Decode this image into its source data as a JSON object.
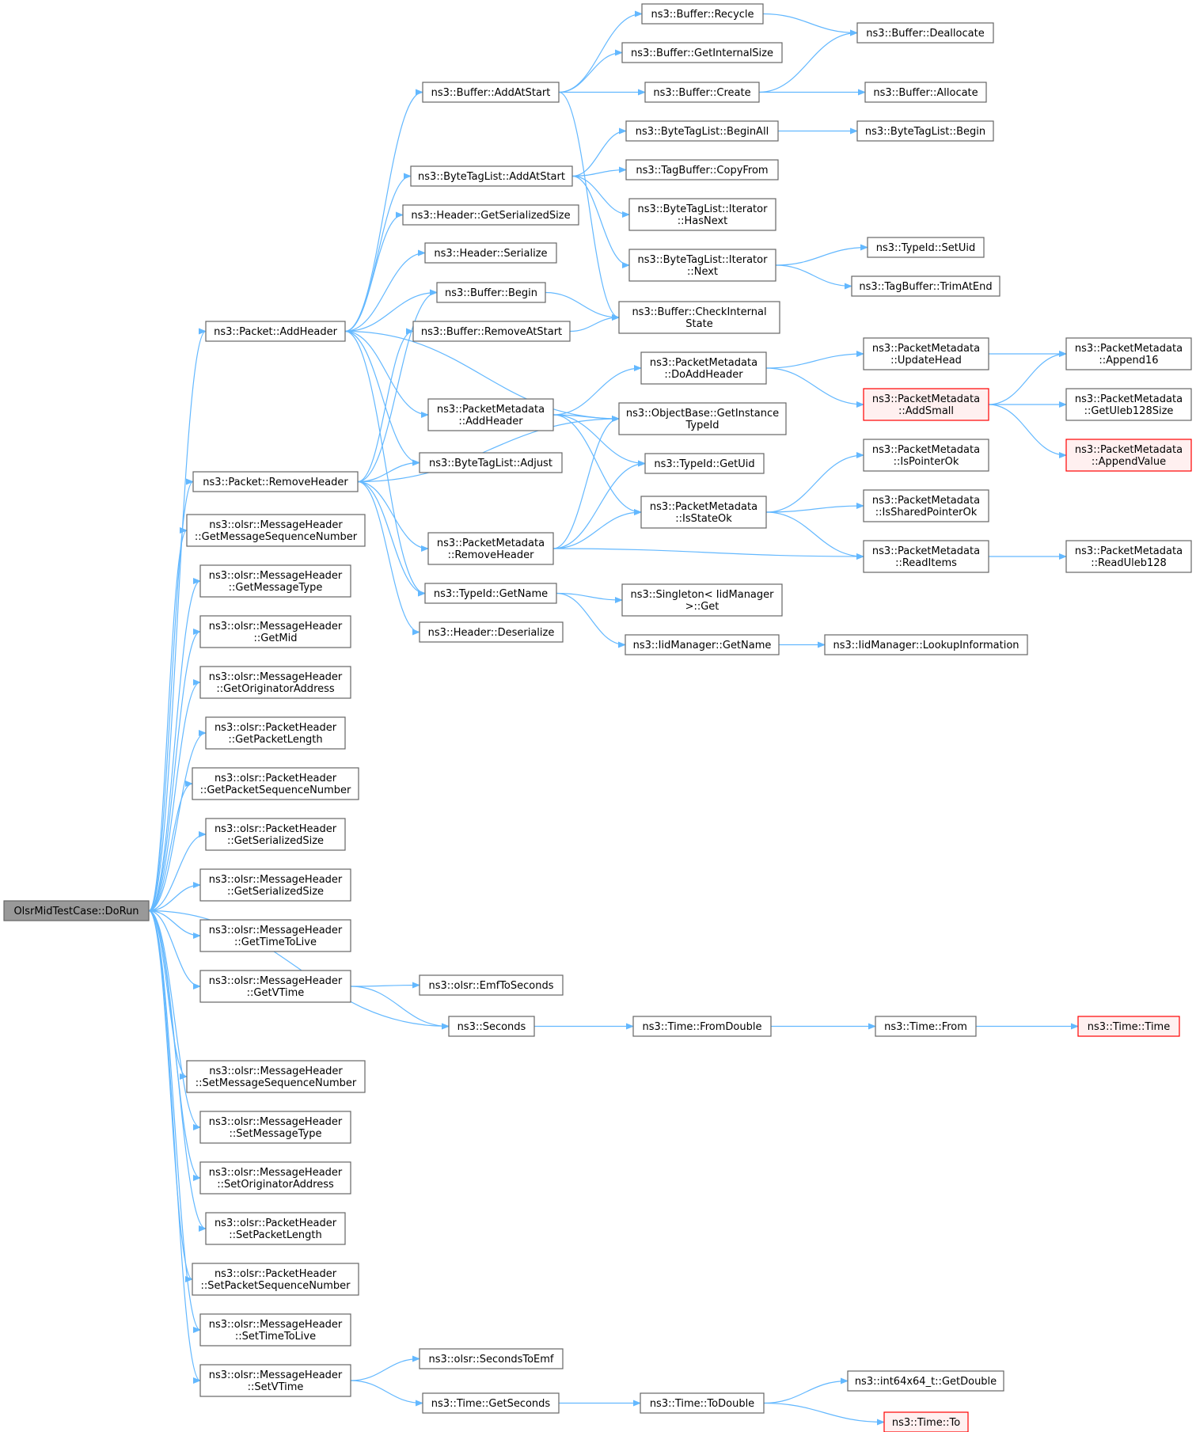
{
  "graph": {
    "colors": {
      "edge": "#63b8ff",
      "node_border": "#666666",
      "root_fill": "#999999",
      "truncated_border": "#ff0000",
      "truncated_fill": "#fff0f0"
    },
    "nodes": [
      {
        "id": "n0",
        "lines": [
          "OlsrMidTestCase::DoRun"
        ],
        "style": "root"
      },
      {
        "id": "n1",
        "lines": [
          "ns3::Packet::AddHeader"
        ]
      },
      {
        "id": "n2",
        "lines": [
          "ns3::Packet::RemoveHeader"
        ]
      },
      {
        "id": "n3",
        "lines": [
          "ns3::olsr::MessageHeader",
          "::GetMessageSequenceNumber"
        ]
      },
      {
        "id": "n4",
        "lines": [
          "ns3::olsr::MessageHeader",
          "::GetMessageType"
        ]
      },
      {
        "id": "n5",
        "lines": [
          "ns3::olsr::MessageHeader",
          "::GetMid"
        ]
      },
      {
        "id": "n6",
        "lines": [
          "ns3::olsr::MessageHeader",
          "::GetOriginatorAddress"
        ]
      },
      {
        "id": "n7",
        "lines": [
          "ns3::olsr::PacketHeader",
          "::GetPacketLength"
        ]
      },
      {
        "id": "n8",
        "lines": [
          "ns3::olsr::PacketHeader",
          "::GetPacketSequenceNumber"
        ]
      },
      {
        "id": "n9",
        "lines": [
          "ns3::olsr::PacketHeader",
          "::GetSerializedSize"
        ]
      },
      {
        "id": "n10",
        "lines": [
          "ns3::olsr::MessageHeader",
          "::GetSerializedSize"
        ]
      },
      {
        "id": "n11",
        "lines": [
          "ns3::olsr::MessageHeader",
          "::GetTimeToLive"
        ]
      },
      {
        "id": "n12",
        "lines": [
          "ns3::olsr::MessageHeader",
          "::GetVTime"
        ]
      },
      {
        "id": "n13",
        "lines": [
          "ns3::Seconds"
        ]
      },
      {
        "id": "n14",
        "lines": [
          "ns3::olsr::MessageHeader",
          "::SetMessageSequenceNumber"
        ]
      },
      {
        "id": "n15",
        "lines": [
          "ns3::olsr::MessageHeader",
          "::SetMessageType"
        ]
      },
      {
        "id": "n16",
        "lines": [
          "ns3::olsr::MessageHeader",
          "::SetOriginatorAddress"
        ]
      },
      {
        "id": "n17",
        "lines": [
          "ns3::olsr::PacketHeader",
          "::SetPacketLength"
        ]
      },
      {
        "id": "n18",
        "lines": [
          "ns3::olsr::PacketHeader",
          "::SetPacketSequenceNumber"
        ]
      },
      {
        "id": "n19",
        "lines": [
          "ns3::olsr::MessageHeader",
          "::SetTimeToLive"
        ]
      },
      {
        "id": "n20",
        "lines": [
          "ns3::olsr::MessageHeader",
          "::SetVTime"
        ]
      },
      {
        "id": "n21",
        "lines": [
          "ns3::Buffer::AddAtStart"
        ]
      },
      {
        "id": "n22",
        "lines": [
          "ns3::ByteTagList::AddAtStart"
        ]
      },
      {
        "id": "n23",
        "lines": [
          "ns3::Header::GetSerializedSize"
        ]
      },
      {
        "id": "n24",
        "lines": [
          "ns3::Header::Serialize"
        ]
      },
      {
        "id": "n25",
        "lines": [
          "ns3::Buffer::Begin"
        ]
      },
      {
        "id": "n26",
        "lines": [
          "ns3::Buffer::RemoveAtStart"
        ]
      },
      {
        "id": "n27",
        "lines": [
          "ns3::PacketMetadata",
          "::AddHeader"
        ]
      },
      {
        "id": "n28",
        "lines": [
          "ns3::ByteTagList::Adjust"
        ]
      },
      {
        "id": "n29",
        "lines": [
          "ns3::PacketMetadata",
          "::RemoveHeader"
        ]
      },
      {
        "id": "n30",
        "lines": [
          "ns3::TypeId::GetName"
        ]
      },
      {
        "id": "n31",
        "lines": [
          "ns3::Header::Deserialize"
        ]
      },
      {
        "id": "n32",
        "lines": [
          "ns3::olsr::EmfToSeconds"
        ]
      },
      {
        "id": "n33",
        "lines": [
          "ns3::olsr::SecondsToEmf"
        ]
      },
      {
        "id": "n34",
        "lines": [
          "ns3::Time::GetSeconds"
        ]
      },
      {
        "id": "n35",
        "lines": [
          "ns3::Buffer::Recycle"
        ]
      },
      {
        "id": "n36",
        "lines": [
          "ns3::Buffer::GetInternalSize"
        ]
      },
      {
        "id": "n37",
        "lines": [
          "ns3::Buffer::Create"
        ]
      },
      {
        "id": "n38",
        "lines": [
          "ns3::ByteTagList::BeginAll"
        ]
      },
      {
        "id": "n39",
        "lines": [
          "ns3::TagBuffer::CopyFrom"
        ]
      },
      {
        "id": "n40",
        "lines": [
          "ns3::ByteTagList::Iterator",
          "::HasNext"
        ]
      },
      {
        "id": "n41",
        "lines": [
          "ns3::ByteTagList::Iterator",
          "::Next"
        ]
      },
      {
        "id": "n42",
        "lines": [
          "ns3::Buffer::CheckInternal",
          "State"
        ]
      },
      {
        "id": "n43",
        "lines": [
          "ns3::PacketMetadata",
          "::DoAddHeader"
        ]
      },
      {
        "id": "n44",
        "lines": [
          "ns3::ObjectBase::GetInstance",
          "TypeId"
        ]
      },
      {
        "id": "n45",
        "lines": [
          "ns3::TypeId::GetUid"
        ]
      },
      {
        "id": "n46",
        "lines": [
          "ns3::PacketMetadata",
          "::IsStateOk"
        ]
      },
      {
        "id": "n47",
        "lines": [
          "ns3::Singleton< IidManager",
          " >::Get"
        ]
      },
      {
        "id": "n48",
        "lines": [
          "ns3::IidManager::GetName"
        ]
      },
      {
        "id": "n49",
        "lines": [
          "ns3::Time::FromDouble"
        ]
      },
      {
        "id": "n50",
        "lines": [
          "ns3::Time::ToDouble"
        ]
      },
      {
        "id": "n51",
        "lines": [
          "ns3::Buffer::Deallocate"
        ]
      },
      {
        "id": "n52",
        "lines": [
          "ns3::Buffer::Allocate"
        ]
      },
      {
        "id": "n53",
        "lines": [
          "ns3::ByteTagList::Begin"
        ]
      },
      {
        "id": "n54",
        "lines": [
          "ns3::TypeId::SetUid"
        ]
      },
      {
        "id": "n55",
        "lines": [
          "ns3::TagBuffer::TrimAtEnd"
        ]
      },
      {
        "id": "n56",
        "lines": [
          "ns3::PacketMetadata",
          "::UpdateHead"
        ]
      },
      {
        "id": "n57",
        "lines": [
          "ns3::PacketMetadata",
          "::AddSmall"
        ],
        "style": "truncated"
      },
      {
        "id": "n58",
        "lines": [
          "ns3::PacketMetadata",
          "::IsPointerOk"
        ]
      },
      {
        "id": "n59",
        "lines": [
          "ns3::PacketMetadata",
          "::IsSharedPointerOk"
        ]
      },
      {
        "id": "n60",
        "lines": [
          "ns3::PacketMetadata",
          "::ReadItems"
        ]
      },
      {
        "id": "n61",
        "lines": [
          "ns3::IidManager::LookupInformation"
        ]
      },
      {
        "id": "n62",
        "lines": [
          "ns3::Time::From"
        ]
      },
      {
        "id": "n63",
        "lines": [
          "ns3::int64x64_t::GetDouble"
        ]
      },
      {
        "id": "n64",
        "lines": [
          "ns3::Time::To"
        ],
        "style": "truncated"
      },
      {
        "id": "n65",
        "lines": [
          "ns3::PacketMetadata",
          "::Append16"
        ]
      },
      {
        "id": "n66",
        "lines": [
          "ns3::PacketMetadata",
          "::GetUleb128Size"
        ]
      },
      {
        "id": "n67",
        "lines": [
          "ns3::PacketMetadata",
          "::AppendValue"
        ],
        "style": "truncated"
      },
      {
        "id": "n68",
        "lines": [
          "ns3::PacketMetadata",
          "::ReadUleb128"
        ]
      },
      {
        "id": "n69",
        "lines": [
          "ns3::Time::Time"
        ],
        "style": "truncated"
      }
    ],
    "edges": [
      [
        "n0",
        "n1"
      ],
      [
        "n0",
        "n2"
      ],
      [
        "n0",
        "n3"
      ],
      [
        "n0",
        "n4"
      ],
      [
        "n0",
        "n5"
      ],
      [
        "n0",
        "n6"
      ],
      [
        "n0",
        "n7"
      ],
      [
        "n0",
        "n8"
      ],
      [
        "n0",
        "n9"
      ],
      [
        "n0",
        "n10"
      ],
      [
        "n0",
        "n11"
      ],
      [
        "n0",
        "n12"
      ],
      [
        "n0",
        "n13"
      ],
      [
        "n0",
        "n14"
      ],
      [
        "n0",
        "n15"
      ],
      [
        "n0",
        "n16"
      ],
      [
        "n0",
        "n17"
      ],
      [
        "n0",
        "n18"
      ],
      [
        "n0",
        "n19"
      ],
      [
        "n0",
        "n20"
      ],
      [
        "n1",
        "n21"
      ],
      [
        "n1",
        "n22"
      ],
      [
        "n1",
        "n23"
      ],
      [
        "n1",
        "n24"
      ],
      [
        "n1",
        "n25"
      ],
      [
        "n1",
        "n44"
      ],
      [
        "n1",
        "n27"
      ],
      [
        "n1",
        "n28"
      ],
      [
        "n1",
        "n30"
      ],
      [
        "n2",
        "n25"
      ],
      [
        "n2",
        "n26"
      ],
      [
        "n2",
        "n28"
      ],
      [
        "n2",
        "n44"
      ],
      [
        "n2",
        "n29"
      ],
      [
        "n2",
        "n30"
      ],
      [
        "n2",
        "n31"
      ],
      [
        "n12",
        "n32"
      ],
      [
        "n12",
        "n13"
      ],
      [
        "n13",
        "n49"
      ],
      [
        "n20",
        "n33"
      ],
      [
        "n20",
        "n34"
      ],
      [
        "n34",
        "n50"
      ],
      [
        "n21",
        "n35"
      ],
      [
        "n21",
        "n36"
      ],
      [
        "n21",
        "n37"
      ],
      [
        "n21",
        "n42"
      ],
      [
        "n22",
        "n38"
      ],
      [
        "n22",
        "n39"
      ],
      [
        "n22",
        "n40"
      ],
      [
        "n22",
        "n41"
      ],
      [
        "n25",
        "n42"
      ],
      [
        "n26",
        "n42"
      ],
      [
        "n27",
        "n43"
      ],
      [
        "n27",
        "n44"
      ],
      [
        "n27",
        "n45"
      ],
      [
        "n27",
        "n46"
      ],
      [
        "n29",
        "n44"
      ],
      [
        "n29",
        "n45"
      ],
      [
        "n29",
        "n46"
      ],
      [
        "n29",
        "n60"
      ],
      [
        "n30",
        "n47"
      ],
      [
        "n30",
        "n48"
      ],
      [
        "n35",
        "n51"
      ],
      [
        "n37",
        "n51"
      ],
      [
        "n37",
        "n52"
      ],
      [
        "n38",
        "n53"
      ],
      [
        "n41",
        "n54"
      ],
      [
        "n41",
        "n55"
      ],
      [
        "n43",
        "n56"
      ],
      [
        "n43",
        "n57"
      ],
      [
        "n46",
        "n58"
      ],
      [
        "n46",
        "n59"
      ],
      [
        "n46",
        "n60"
      ],
      [
        "n48",
        "n61"
      ],
      [
        "n49",
        "n62"
      ],
      [
        "n50",
        "n63"
      ],
      [
        "n50",
        "n64"
      ],
      [
        "n56",
        "n65"
      ],
      [
        "n57",
        "n65"
      ],
      [
        "n57",
        "n66"
      ],
      [
        "n57",
        "n67"
      ],
      [
        "n60",
        "n68"
      ],
      [
        "n62",
        "n69"
      ]
    ]
  }
}
